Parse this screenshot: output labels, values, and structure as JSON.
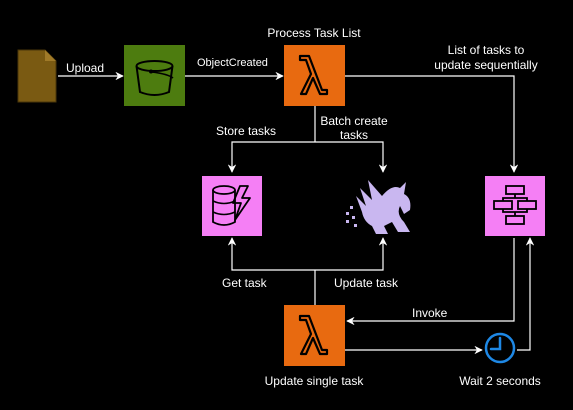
{
  "colors": {
    "background": "#000000",
    "arrow": "#ffffff",
    "s3": "#4d7c0f",
    "lambda": "#e86a10",
    "step_functions": "#f57ff5",
    "dynamodb": "#f57ff5",
    "appsync_creature": "#c9b7f0",
    "document": "#7a5a12",
    "clock": "#1e88e5"
  },
  "labels": {
    "upload": "Upload",
    "object_created": "ObjectCreated",
    "process_task_list": "Process Task List",
    "list_of_tasks_line1": "List of tasks to",
    "list_of_tasks_line2": "update sequentially",
    "store_tasks": "Store tasks",
    "batch_create_line1": "Batch create",
    "batch_create_line2": "tasks",
    "get_task": "Get task",
    "update_task": "Update task",
    "invoke": "Invoke",
    "update_single_task": "Update single task",
    "wait_2_seconds": "Wait 2 seconds"
  },
  "nodes": {
    "document": "document-icon",
    "s3_bucket": "s3-bucket-icon",
    "lambda_process": "lambda-icon",
    "dynamodb": "dynamodb-icon",
    "appsync": "griffin-icon",
    "step_functions": "step-functions-icon",
    "lambda_update": "lambda-icon",
    "timer": "clock-icon"
  }
}
